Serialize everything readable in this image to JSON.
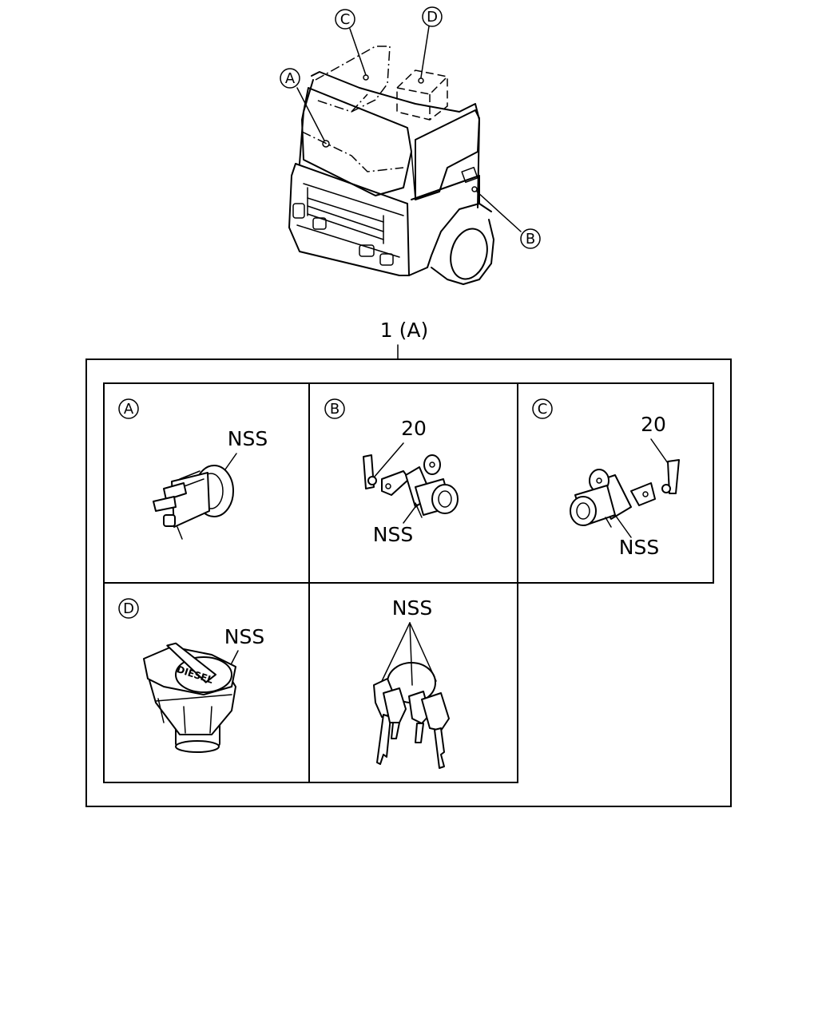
{
  "assembly_label": "1 (A)",
  "truck_callouts": {
    "a": "A",
    "b": "B",
    "c": "C",
    "d": "D"
  },
  "panels": {
    "a": {
      "letter": "A",
      "part": "NSS"
    },
    "b": {
      "letter": "B",
      "part": "NSS",
      "fastener": "20"
    },
    "c": {
      "letter": "C",
      "part": "NSS",
      "fastener": "20"
    },
    "d": {
      "letter": "D",
      "part": "NSS",
      "cap_text": "DIESEL"
    },
    "keys": {
      "part": "NSS"
    }
  }
}
